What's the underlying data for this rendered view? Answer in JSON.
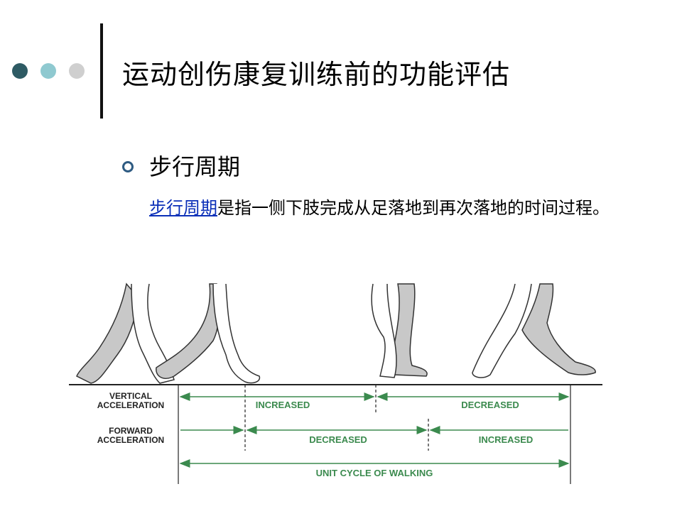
{
  "slide": {
    "title": "运动创伤康复训练前的功能评估",
    "bullet": "步行周期",
    "paragraph": {
      "link_text": "步行周期",
      "rest_text": "是指一侧下肢完成从足落地到再次落地的时间过程。"
    }
  },
  "decor": {
    "dots": [
      {
        "name": "dot-dark",
        "color": "#2e5b64"
      },
      {
        "name": "dot-teal",
        "color": "#8fc9d0"
      },
      {
        "name": "dot-grey",
        "color": "#cfcfcf"
      }
    ]
  },
  "diagram": {
    "row_labels": {
      "vertical_1": "VERTICAL",
      "vertical_2": "ACCELERATION",
      "forward_1": "FORWARD",
      "forward_2": "ACCELERATION"
    },
    "segments": {
      "vertical_increased": "INCREASED",
      "vertical_decreased": "DECREASED",
      "forward_decreased": "DECREASED",
      "forward_increased": "INCREASED",
      "unit_cycle": "UNIT CYCLE OF WALKING"
    },
    "colors": {
      "arrow": "#3b8a4e",
      "leg_fill": "#c8c8c8",
      "leg_stroke": "#333333"
    }
  }
}
